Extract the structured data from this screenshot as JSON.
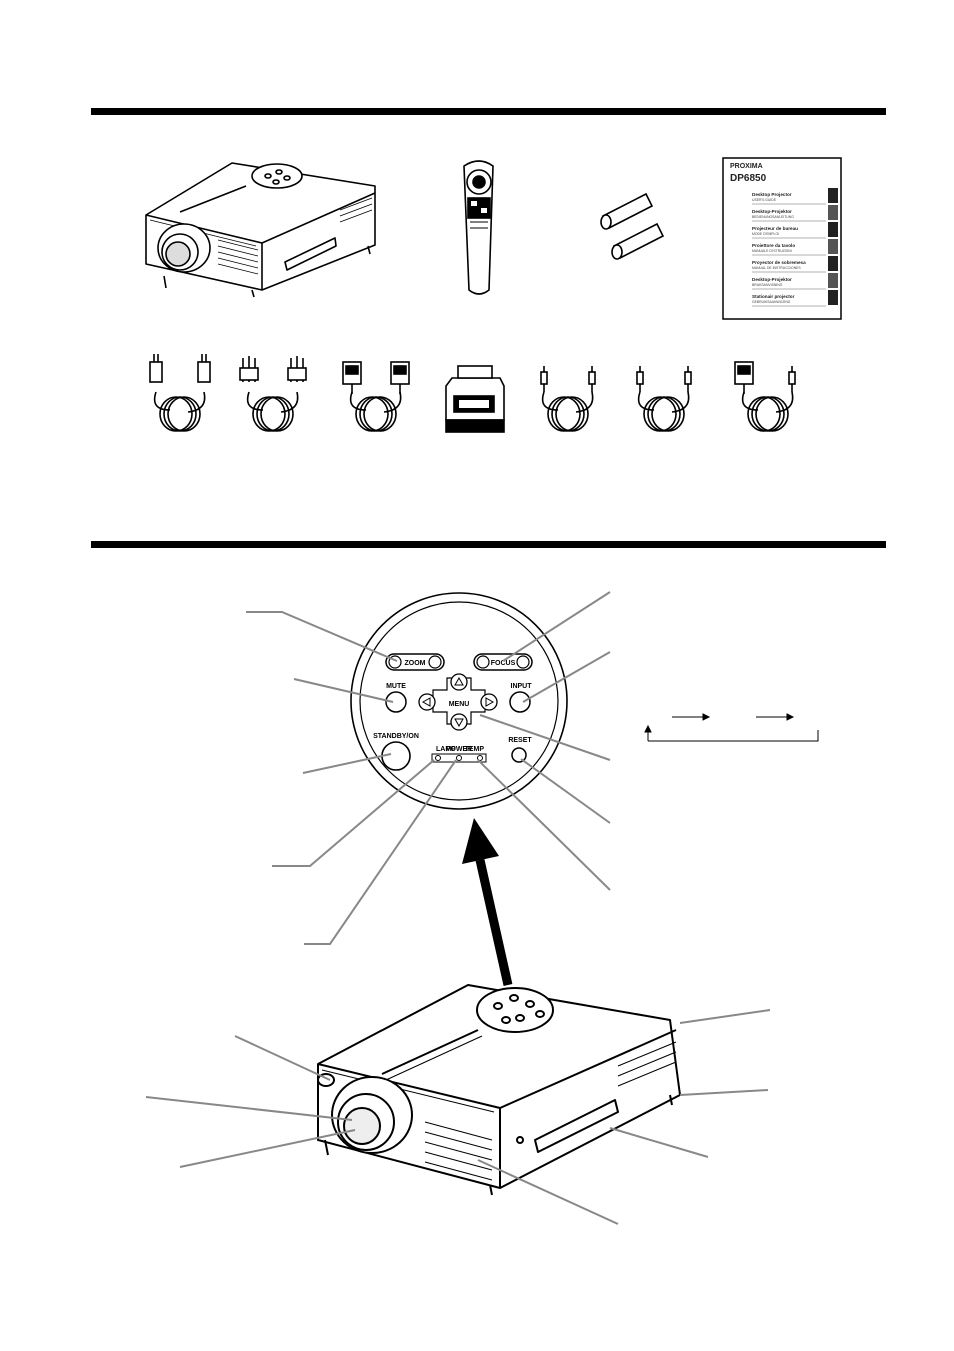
{
  "manual": {
    "brand": "PROXIMA",
    "model": "DP6850",
    "language_entries": [
      {
        "title": "Desktop Projector",
        "sub": "USER'S GUIDE"
      },
      {
        "title": "Desktop-Projektor",
        "sub": "BEDIENUNGSANLEITUNG"
      },
      {
        "title": "Projecteur de bureau",
        "sub": "MODE D'EMPLOI"
      },
      {
        "title": "Proiettore da tavolo",
        "sub": "MANUALE D'ISTRUZIONI"
      },
      {
        "title": "Proyector de sobremesa",
        "sub": "MANUAL DE INSTRUCCIONES"
      },
      {
        "title": "Desktop-Projektor",
        "sub": "BRUKSANVISNING"
      },
      {
        "title": "Stationair projector",
        "sub": "GEBRUIKSAANWIJZING"
      }
    ]
  },
  "control_panel": {
    "zoom": "ZOOM",
    "focus": "FOCUS",
    "mute": "MUTE",
    "input": "INPUT",
    "menu": "MENU",
    "standby_on": "STANDBY/ON",
    "reset": "RESET",
    "indicator_lamp": "LAMP",
    "indicator_power": "POWER",
    "indicator_temp": "TEMP"
  },
  "icons": [
    "projector",
    "remote-control",
    "batteries",
    "manual-booklet",
    "power-cord",
    "av-cable",
    "rgb-cable",
    "mac-adapter",
    "audio-cable",
    "mouse-cable",
    "pc-mouse-cable",
    "arrow-up",
    "arrow-down",
    "arrow-left",
    "arrow-right"
  ]
}
